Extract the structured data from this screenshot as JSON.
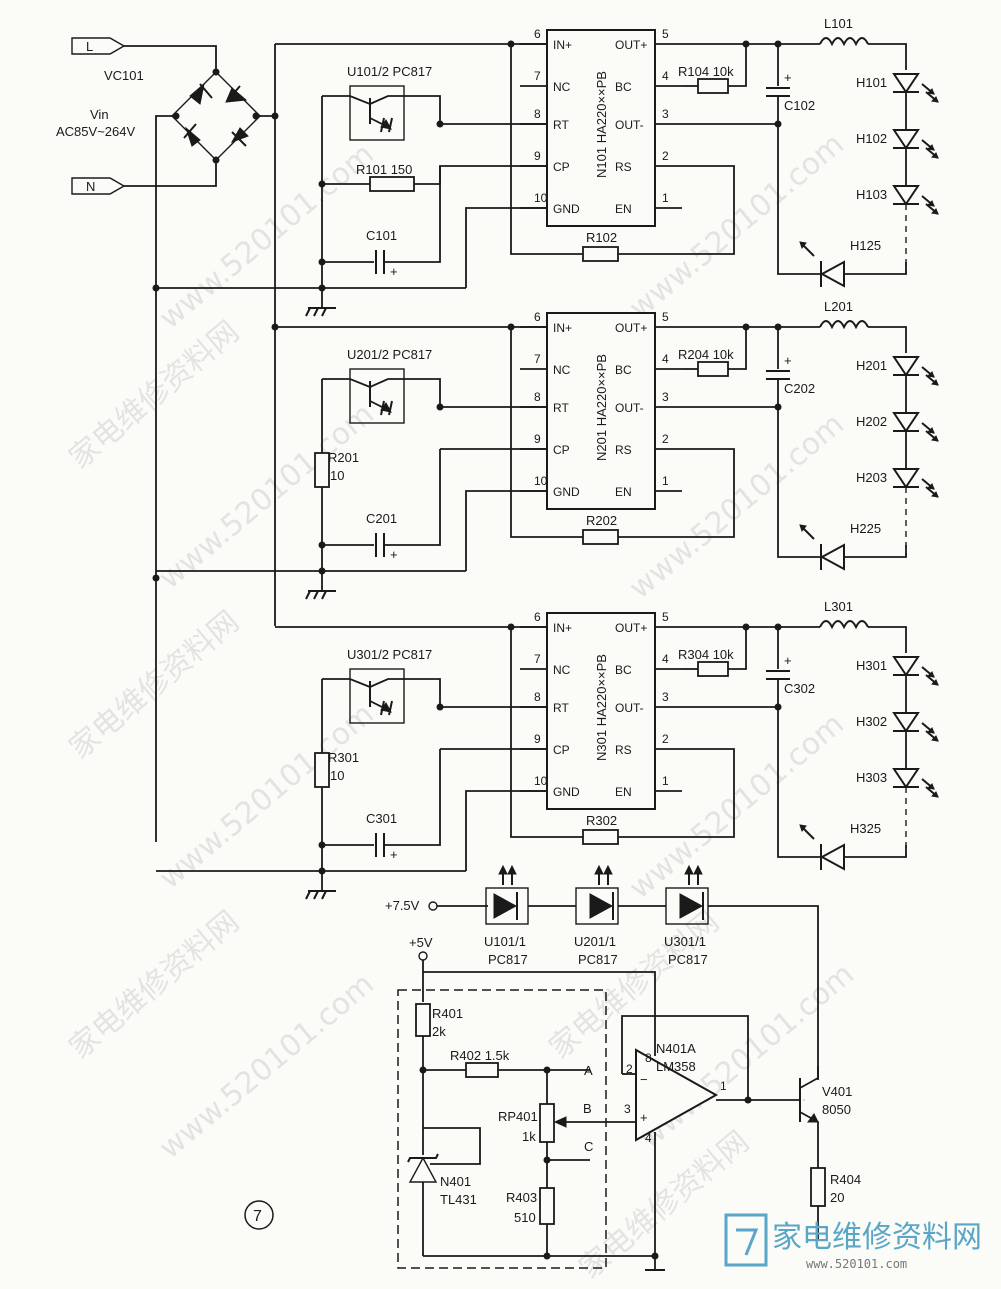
{
  "inputs": {
    "line_label": "L",
    "neutral_label": "N",
    "bridge_label": "VC101",
    "vin_label": "Vin",
    "vin_range": "AC85V~264V"
  },
  "stages": [
    {
      "ic_name": "N101 HA220××PB",
      "opto_label": "U101/2 PC817",
      "rt_res_label": "R101 150",
      "cap_label": "C101",
      "rs_res_label": "R102",
      "bc_res_label": "R104 10k",
      "out_cap_label": "C102",
      "inductor_label": "L101",
      "leds": [
        "H101",
        "H102",
        "H103"
      ],
      "last_led": "H125"
    },
    {
      "ic_name": "N201 HA220××PB",
      "opto_label": "U201/2 PC817",
      "rt_res_label": "R201",
      "rt_res_value": "10",
      "cap_label": "C201",
      "rs_res_label": "R202",
      "bc_res_label": "R204 10k",
      "out_cap_label": "C202",
      "inductor_label": "L201",
      "leds": [
        "H201",
        "H202",
        "H203"
      ],
      "last_led": "H225"
    },
    {
      "ic_name": "N301 HA220××PB",
      "opto_label": "U301/2 PC817",
      "rt_res_label": "R301",
      "rt_res_value": "10",
      "cap_label": "C301",
      "rs_res_label": "R302",
      "bc_res_label": "R304 10k",
      "out_cap_label": "C302",
      "inductor_label": "L301",
      "leds": [
        "H301",
        "H302",
        "H303"
      ],
      "last_led": "H325"
    }
  ],
  "ic_pins": {
    "left": [
      {
        "num": "6",
        "name": "IN+"
      },
      {
        "num": "7",
        "name": "NC"
      },
      {
        "num": "8",
        "name": "RT"
      },
      {
        "num": "9",
        "name": "CP"
      },
      {
        "num": "10",
        "name": "GND"
      }
    ],
    "right": [
      {
        "num": "5",
        "name": "OUT+"
      },
      {
        "num": "4",
        "name": "BC"
      },
      {
        "num": "3",
        "name": "OUT-"
      },
      {
        "num": "2",
        "name": "RS"
      },
      {
        "num": "1",
        "name": "EN"
      }
    ]
  },
  "control": {
    "supply_75": "+7.5V",
    "supply_5": "+5V",
    "opto_leds": [
      {
        "name": "U101/1",
        "part": "PC817"
      },
      {
        "name": "U201/1",
        "part": "PC817"
      },
      {
        "name": "U301/1",
        "part": "PC817"
      }
    ],
    "r401_name": "R401",
    "r401_value": "2k",
    "r402": "R402  1.5k",
    "rp401_name": "RP401",
    "rp401_value": "1k",
    "r403_name": "R403",
    "r403_value": "510",
    "tl431_name": "N401",
    "tl431_part": "TL431",
    "opamp_name": "N401A",
    "opamp_part": "LM358",
    "pin8": "8",
    "pin2": "2",
    "pin3": "3",
    "pin4": "4",
    "pin1": "1",
    "tap_a": "A",
    "tap_b": "B",
    "tap_c": "C",
    "transistor_name": "V401",
    "transistor_part": "8050",
    "r404_name": "R404",
    "r404_value": "20"
  },
  "figure_number": "7",
  "watermark": {
    "url": "www.520101.com",
    "site_cn": "家电维修资料网",
    "brand_cn": "家电维修资料网",
    "brand_url": "www.520101.com"
  }
}
